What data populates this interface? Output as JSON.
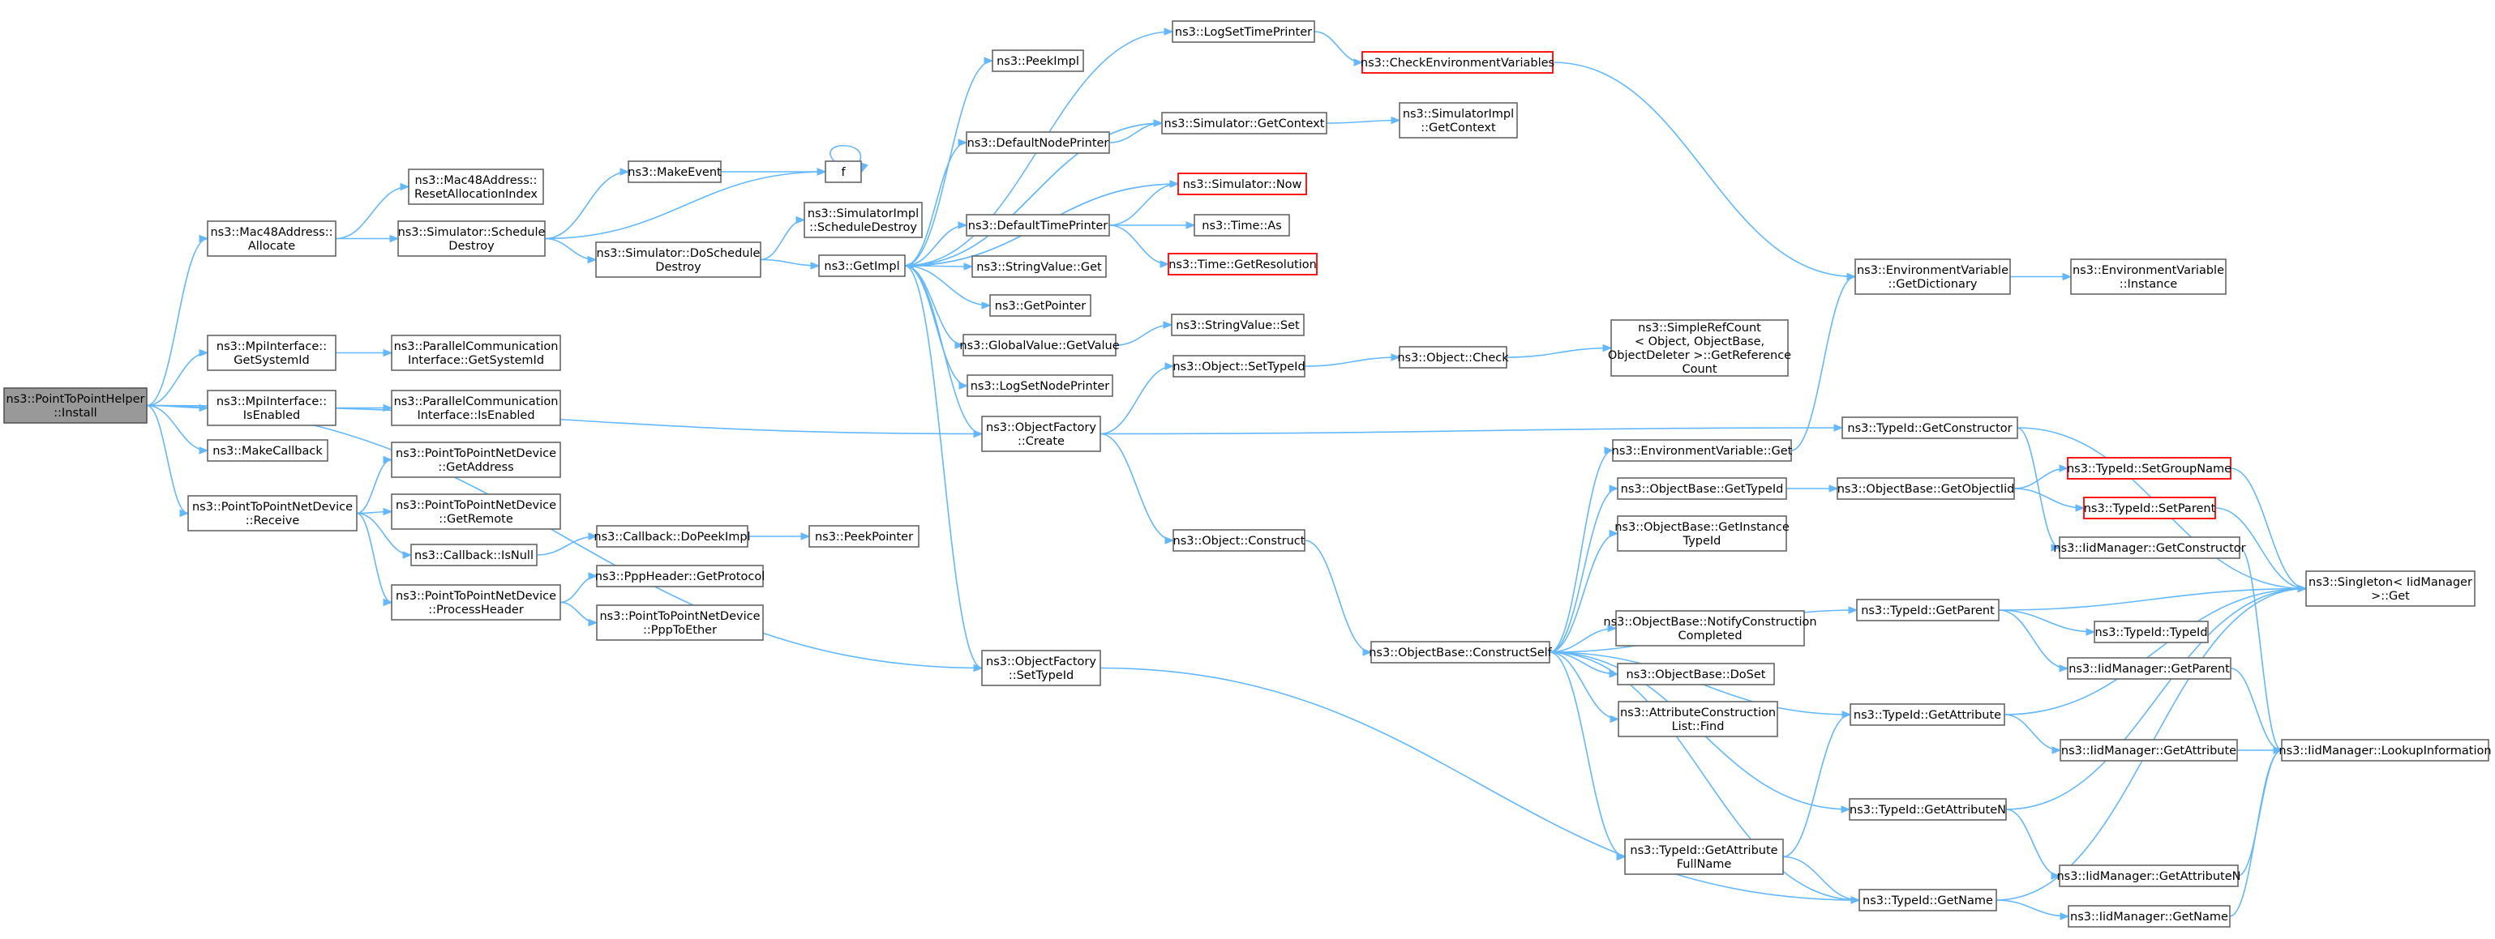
{
  "colors": {
    "edge": "#63b8ff",
    "node_border": "#666666",
    "root_fill": "#999999",
    "highlight_border": "#ff0000"
  },
  "nodes": [
    {
      "id": "root",
      "lines": [
        "ns3::PointToPointHelper",
        "::Install"
      ],
      "style": "root"
    },
    {
      "id": "mac48alloc",
      "lines": [
        "ns3::Mac48Address::",
        "Allocate"
      ]
    },
    {
      "id": "mac48reset",
      "lines": [
        "ns3::Mac48Address::",
        "ResetAllocationIndex"
      ]
    },
    {
      "id": "schedDestroy",
      "lines": [
        "ns3::Simulator::Schedule",
        "Destroy"
      ]
    },
    {
      "id": "makeEvent",
      "lines": [
        "ns3::MakeEvent"
      ]
    },
    {
      "id": "f",
      "lines": [
        "f"
      ]
    },
    {
      "id": "doSchedDestroy",
      "lines": [
        "ns3::Simulator::DoSchedule",
        "Destroy"
      ]
    },
    {
      "id": "simImplSchedDestroy",
      "lines": [
        "ns3::SimulatorImpl",
        "::ScheduleDestroy"
      ]
    },
    {
      "id": "getImpl",
      "lines": [
        "ns3::GetImpl"
      ]
    },
    {
      "id": "peekImpl",
      "lines": [
        "ns3::PeekImpl"
      ]
    },
    {
      "id": "logSetTimePrinter",
      "lines": [
        "ns3::LogSetTimePrinter"
      ]
    },
    {
      "id": "checkEnv",
      "lines": [
        "ns3::CheckEnvironmentVariables"
      ],
      "style": "red"
    },
    {
      "id": "defaultNodePrinter",
      "lines": [
        "ns3::DefaultNodePrinter"
      ]
    },
    {
      "id": "simGetContext",
      "lines": [
        "ns3::Simulator::GetContext"
      ]
    },
    {
      "id": "simImplGetContext",
      "lines": [
        "ns3::SimulatorImpl",
        "::GetContext"
      ]
    },
    {
      "id": "simNow",
      "lines": [
        "ns3::Simulator::Now"
      ],
      "style": "red"
    },
    {
      "id": "defaultTimePrinter",
      "lines": [
        "ns3::DefaultTimePrinter"
      ]
    },
    {
      "id": "timeAs",
      "lines": [
        "ns3::Time::As"
      ]
    },
    {
      "id": "timeGetRes",
      "lines": [
        "ns3::Time::GetResolution"
      ],
      "style": "red"
    },
    {
      "id": "stringValueGet",
      "lines": [
        "ns3::StringValue::Get"
      ]
    },
    {
      "id": "getPointer",
      "lines": [
        "ns3::GetPointer"
      ]
    },
    {
      "id": "globalValueGetValue",
      "lines": [
        "ns3::GlobalValue::GetValue"
      ]
    },
    {
      "id": "stringValueSet",
      "lines": [
        "ns3::StringValue::Set"
      ]
    },
    {
      "id": "logSetNodePrinter",
      "lines": [
        "ns3::LogSetNodePrinter"
      ]
    },
    {
      "id": "mpiGetSysId",
      "lines": [
        "ns3::MpiInterface::",
        "GetSystemId"
      ]
    },
    {
      "id": "pcGetSysId",
      "lines": [
        "ns3::ParallelCommunication",
        "Interface::GetSystemId"
      ]
    },
    {
      "id": "mpiIsEnabled",
      "lines": [
        "ns3::MpiInterface::",
        "IsEnabled"
      ]
    },
    {
      "id": "pcIsEnabled",
      "lines": [
        "ns3::ParallelCommunication",
        "Interface::IsEnabled"
      ]
    },
    {
      "id": "makeCallback",
      "lines": [
        "ns3::MakeCallback"
      ]
    },
    {
      "id": "ofCreate",
      "lines": [
        "ns3::ObjectFactory",
        "::Create"
      ]
    },
    {
      "id": "objSetTypeId",
      "lines": [
        "ns3::Object::SetTypeId"
      ]
    },
    {
      "id": "objCheck",
      "lines": [
        "ns3::Object::Check"
      ]
    },
    {
      "id": "simpleRefCount",
      "lines": [
        "ns3::SimpleRefCount",
        "< Object, ObjectBase,",
        "ObjectDeleter >::GetReference",
        "Count"
      ]
    },
    {
      "id": "envGetDict",
      "lines": [
        "ns3::EnvironmentVariable",
        "::GetDictionary"
      ]
    },
    {
      "id": "envInstance",
      "lines": [
        "ns3::EnvironmentVariable",
        "::Instance"
      ]
    },
    {
      "id": "envGet",
      "lines": [
        "ns3::EnvironmentVariable::Get"
      ]
    },
    {
      "id": "typeIdGetConstructor",
      "lines": [
        "ns3::TypeId::GetConstructor"
      ]
    },
    {
      "id": "obGetTypeId",
      "lines": [
        "ns3::ObjectBase::GetTypeId"
      ]
    },
    {
      "id": "obGetObjectIid",
      "lines": [
        "ns3::ObjectBase::GetObjectIid"
      ]
    },
    {
      "id": "typeIdSetGroupName",
      "lines": [
        "ns3::TypeId::SetGroupName"
      ],
      "style": "red"
    },
    {
      "id": "typeIdSetParent",
      "lines": [
        "ns3::TypeId::SetParent"
      ],
      "style": "red"
    },
    {
      "id": "obGetInstTypeId",
      "lines": [
        "ns3::ObjectBase::GetInstance",
        "TypeId"
      ]
    },
    {
      "id": "iidGetConstructor",
      "lines": [
        "ns3::IidManager::GetConstructor"
      ]
    },
    {
      "id": "singletonGet",
      "lines": [
        "ns3::Singleton< IidManager",
        ">::Get"
      ]
    },
    {
      "id": "ptpReceive",
      "lines": [
        "ns3::PointToPointNetDevice",
        "::Receive"
      ]
    },
    {
      "id": "ptpGetAddress",
      "lines": [
        "ns3::PointToPointNetDevice",
        "::GetAddress"
      ]
    },
    {
      "id": "ptpGetRemote",
      "lines": [
        "ns3::PointToPointNetDevice",
        "::GetRemote"
      ]
    },
    {
      "id": "cbIsNull",
      "lines": [
        "ns3::Callback::IsNull"
      ]
    },
    {
      "id": "cbDoPeekImpl",
      "lines": [
        "ns3::Callback::DoPeekImpl"
      ]
    },
    {
      "id": "peekPointer",
      "lines": [
        "ns3::PeekPointer"
      ]
    },
    {
      "id": "ptpProcessHeader",
      "lines": [
        "ns3::PointToPointNetDevice",
        "::ProcessHeader"
      ]
    },
    {
      "id": "pppGetProtocol",
      "lines": [
        "ns3::PppHeader::GetProtocol"
      ]
    },
    {
      "id": "ptpPppToEther",
      "lines": [
        "ns3::PointToPointNetDevice",
        "::PppToEther"
      ]
    },
    {
      "id": "objConstruct",
      "lines": [
        "ns3::Object::Construct"
      ]
    },
    {
      "id": "obConstructSelf",
      "lines": [
        "ns3::ObjectBase::ConstructSelf"
      ]
    },
    {
      "id": "obNotifyConstr",
      "lines": [
        "ns3::ObjectBase::NotifyConstruction",
        "Completed"
      ]
    },
    {
      "id": "obDoSet",
      "lines": [
        "ns3::ObjectBase::DoSet"
      ]
    },
    {
      "id": "attrConstrListFind",
      "lines": [
        "ns3::AttributeConstruction",
        "List::Find"
      ]
    },
    {
      "id": "typeIdGetParent",
      "lines": [
        "ns3::TypeId::GetParent"
      ]
    },
    {
      "id": "typeIdTypeId",
      "lines": [
        "ns3::TypeId::TypeId"
      ]
    },
    {
      "id": "iidGetParent",
      "lines": [
        "ns3::IidManager::GetParent"
      ]
    },
    {
      "id": "ofSetTypeId",
      "lines": [
        "ns3::ObjectFactory",
        "::SetTypeId"
      ]
    },
    {
      "id": "typeIdGetAttribute",
      "lines": [
        "ns3::TypeId::GetAttribute"
      ]
    },
    {
      "id": "iidGetAttribute",
      "lines": [
        "ns3::IidManager::GetAttribute"
      ]
    },
    {
      "id": "iidLookupInfo",
      "lines": [
        "ns3::IidManager::LookupInformation"
      ]
    },
    {
      "id": "typeIdGetAttributeN",
      "lines": [
        "ns3::TypeId::GetAttributeN"
      ]
    },
    {
      "id": "typeIdGetAttrFullName",
      "lines": [
        "ns3::TypeId::GetAttribute",
        "FullName"
      ]
    },
    {
      "id": "iidGetAttributeN",
      "lines": [
        "ns3::IidManager::GetAttributeN"
      ]
    },
    {
      "id": "typeIdGetName",
      "lines": [
        "ns3::TypeId::GetName"
      ]
    },
    {
      "id": "iidGetName",
      "lines": [
        "ns3::IidManager::GetName"
      ]
    }
  ],
  "edges": [
    [
      "root",
      "mac48alloc"
    ],
    [
      "root",
      "mpiGetSysId"
    ],
    [
      "root",
      "mpiIsEnabled"
    ],
    [
      "root",
      "makeCallback"
    ],
    [
      "root",
      "ptpReceive"
    ],
    [
      "root",
      "ofCreate"
    ],
    [
      "root",
      "ofSetTypeId"
    ],
    [
      "mac48alloc",
      "mac48reset"
    ],
    [
      "mac48alloc",
      "schedDestroy"
    ],
    [
      "schedDestroy",
      "makeEvent"
    ],
    [
      "schedDestroy",
      "f"
    ],
    [
      "schedDestroy",
      "doSchedDestroy"
    ],
    [
      "makeEvent",
      "f"
    ],
    [
      "f",
      "f"
    ],
    [
      "doSchedDestroy",
      "simImplSchedDestroy"
    ],
    [
      "doSchedDestroy",
      "getImpl"
    ],
    [
      "getImpl",
      "peekImpl"
    ],
    [
      "getImpl",
      "logSetTimePrinter"
    ],
    [
      "getImpl",
      "defaultNodePrinter"
    ],
    [
      "getImpl",
      "simGetContext"
    ],
    [
      "getImpl",
      "simNow"
    ],
    [
      "getImpl",
      "defaultTimePrinter"
    ],
    [
      "getImpl",
      "stringValueGet"
    ],
    [
      "getImpl",
      "getPointer"
    ],
    [
      "getImpl",
      "globalValueGetValue"
    ],
    [
      "getImpl",
      "logSetNodePrinter"
    ],
    [
      "getImpl",
      "ofCreate"
    ],
    [
      "getImpl",
      "ofSetTypeId"
    ],
    [
      "logSetTimePrinter",
      "checkEnv"
    ],
    [
      "checkEnv",
      "envGetDict"
    ],
    [
      "defaultNodePrinter",
      "simGetContext"
    ],
    [
      "simGetContext",
      "simImplGetContext"
    ],
    [
      "simGetContext",
      "getImpl"
    ],
    [
      "simNow",
      "getImpl"
    ],
    [
      "defaultTimePrinter",
      "simNow"
    ],
    [
      "defaultTimePrinter",
      "timeAs"
    ],
    [
      "defaultTimePrinter",
      "timeGetRes"
    ],
    [
      "globalValueGetValue",
      "stringValueSet"
    ],
    [
      "mpiGetSysId",
      "pcGetSysId"
    ],
    [
      "mpiIsEnabled",
      "pcIsEnabled"
    ],
    [
      "ofCreate",
      "objSetTypeId"
    ],
    [
      "ofCreate",
      "typeIdGetConstructor"
    ],
    [
      "ofCreate",
      "objConstruct"
    ],
    [
      "objSetTypeId",
      "objCheck"
    ],
    [
      "objCheck",
      "simpleRefCount"
    ],
    [
      "envGetDict",
      "envInstance"
    ],
    [
      "envGet",
      "envGetDict"
    ],
    [
      "typeIdGetConstructor",
      "iidGetConstructor"
    ],
    [
      "typeIdGetConstructor",
      "singletonGet"
    ],
    [
      "obGetTypeId",
      "obGetObjectIid"
    ],
    [
      "obGetObjectIid",
      "typeIdSetGroupName"
    ],
    [
      "obGetObjectIid",
      "typeIdSetParent"
    ],
    [
      "typeIdSetGroupName",
      "singletonGet"
    ],
    [
      "typeIdSetParent",
      "singletonGet"
    ],
    [
      "iidGetConstructor",
      "iidLookupInfo"
    ],
    [
      "ptpReceive",
      "ptpGetAddress"
    ],
    [
      "ptpReceive",
      "ptpGetRemote"
    ],
    [
      "ptpReceive",
      "cbIsNull"
    ],
    [
      "ptpReceive",
      "ptpProcessHeader"
    ],
    [
      "cbIsNull",
      "cbDoPeekImpl"
    ],
    [
      "cbDoPeekImpl",
      "peekPointer"
    ],
    [
      "ptpProcessHeader",
      "pppGetProtocol"
    ],
    [
      "ptpProcessHeader",
      "ptpPppToEther"
    ],
    [
      "objConstruct",
      "obConstructSelf"
    ],
    [
      "obConstructSelf",
      "envGet"
    ],
    [
      "obConstructSelf",
      "obGetTypeId"
    ],
    [
      "obConstructSelf",
      "obGetInstTypeId"
    ],
    [
      "obConstructSelf",
      "typeIdGetParent"
    ],
    [
      "obConstructSelf",
      "obNotifyConstr"
    ],
    [
      "obConstructSelf",
      "obDoSet"
    ],
    [
      "obConstructSelf",
      "attrConstrListFind"
    ],
    [
      "obConstructSelf",
      "typeIdGetAttribute"
    ],
    [
      "obConstructSelf",
      "typeIdGetAttributeN"
    ],
    [
      "obConstructSelf",
      "typeIdGetAttrFullName"
    ],
    [
      "obConstructSelf",
      "typeIdGetName"
    ],
    [
      "typeIdGetParent",
      "singletonGet"
    ],
    [
      "typeIdGetParent",
      "typeIdTypeId"
    ],
    [
      "typeIdGetParent",
      "iidGetParent"
    ],
    [
      "iidGetParent",
      "iidLookupInfo"
    ],
    [
      "ofSetTypeId",
      "typeIdGetName"
    ],
    [
      "typeIdGetAttribute",
      "singletonGet"
    ],
    [
      "typeIdGetAttribute",
      "iidGetAttribute"
    ],
    [
      "iidGetAttribute",
      "iidLookupInfo"
    ],
    [
      "typeIdGetAttributeN",
      "singletonGet"
    ],
    [
      "typeIdGetAttributeN",
      "iidGetAttributeN"
    ],
    [
      "iidGetAttributeN",
      "iidLookupInfo"
    ],
    [
      "typeIdGetAttrFullName",
      "typeIdGetAttribute"
    ],
    [
      "typeIdGetAttrFullName",
      "typeIdGetName"
    ],
    [
      "typeIdGetName",
      "singletonGet"
    ],
    [
      "typeIdGetName",
      "iidGetName"
    ],
    [
      "iidGetName",
      "iidLookupInfo"
    ]
  ]
}
